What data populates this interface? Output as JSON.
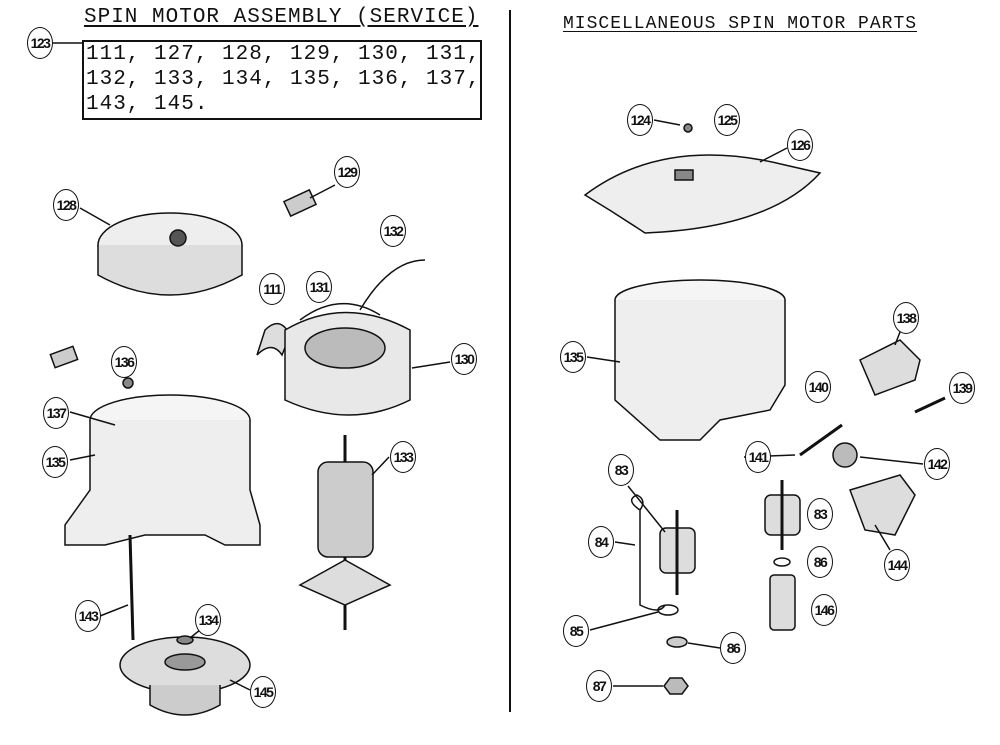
{
  "left": {
    "assembly_callout": "123",
    "title": "SPIN MOTOR ASSEMBLY (SERVICE)",
    "parts_lines": [
      "111, 127, 128, 129, 130, 131,",
      "132, 133, 134, 135, 136, 137,",
      "143, 145."
    ],
    "callouts": [
      "128",
      "129",
      "132",
      "111",
      "131",
      "130",
      "136",
      "137",
      "135",
      "133",
      "143",
      "134",
      "145"
    ]
  },
  "right": {
    "title": "MISCELLANEOUS SPIN MOTOR PARTS",
    "callouts": [
      "124",
      "125",
      "126",
      "138",
      "135",
      "140",
      "139",
      "141",
      "142",
      "83",
      "83",
      "84",
      "86",
      "144",
      "85",
      "146",
      "86",
      "87"
    ]
  }
}
